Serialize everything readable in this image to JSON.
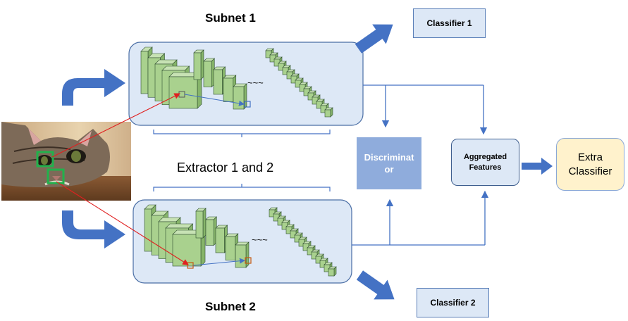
{
  "subnets": {
    "subnet1_title": "Subnet 1",
    "subnet2_title": "Subnet 2",
    "ellipsis": "~~~"
  },
  "extractor": {
    "label": "Extractor 1 and 2"
  },
  "classifiers": {
    "classifier1": "Classifier 1",
    "classifier2": "Classifier 2",
    "extra": "Extra Classifier"
  },
  "discriminator": {
    "label": "Discriminat or"
  },
  "aggregated": {
    "label": "Aggregated Features"
  },
  "colors": {
    "arrow_blue": "#4472c4",
    "layer_green": "#a9d18e",
    "subnet_fill": "#dde8f6",
    "discriminator_fill": "#8facdc",
    "extra_fill": "#fff2cc",
    "red_line": "#e02020",
    "attention_box": "#22b14c"
  },
  "icons": [
    "cat-photo",
    "curved-arrow-icon",
    "block-arrow-icon",
    "conv-layer-icon"
  ]
}
